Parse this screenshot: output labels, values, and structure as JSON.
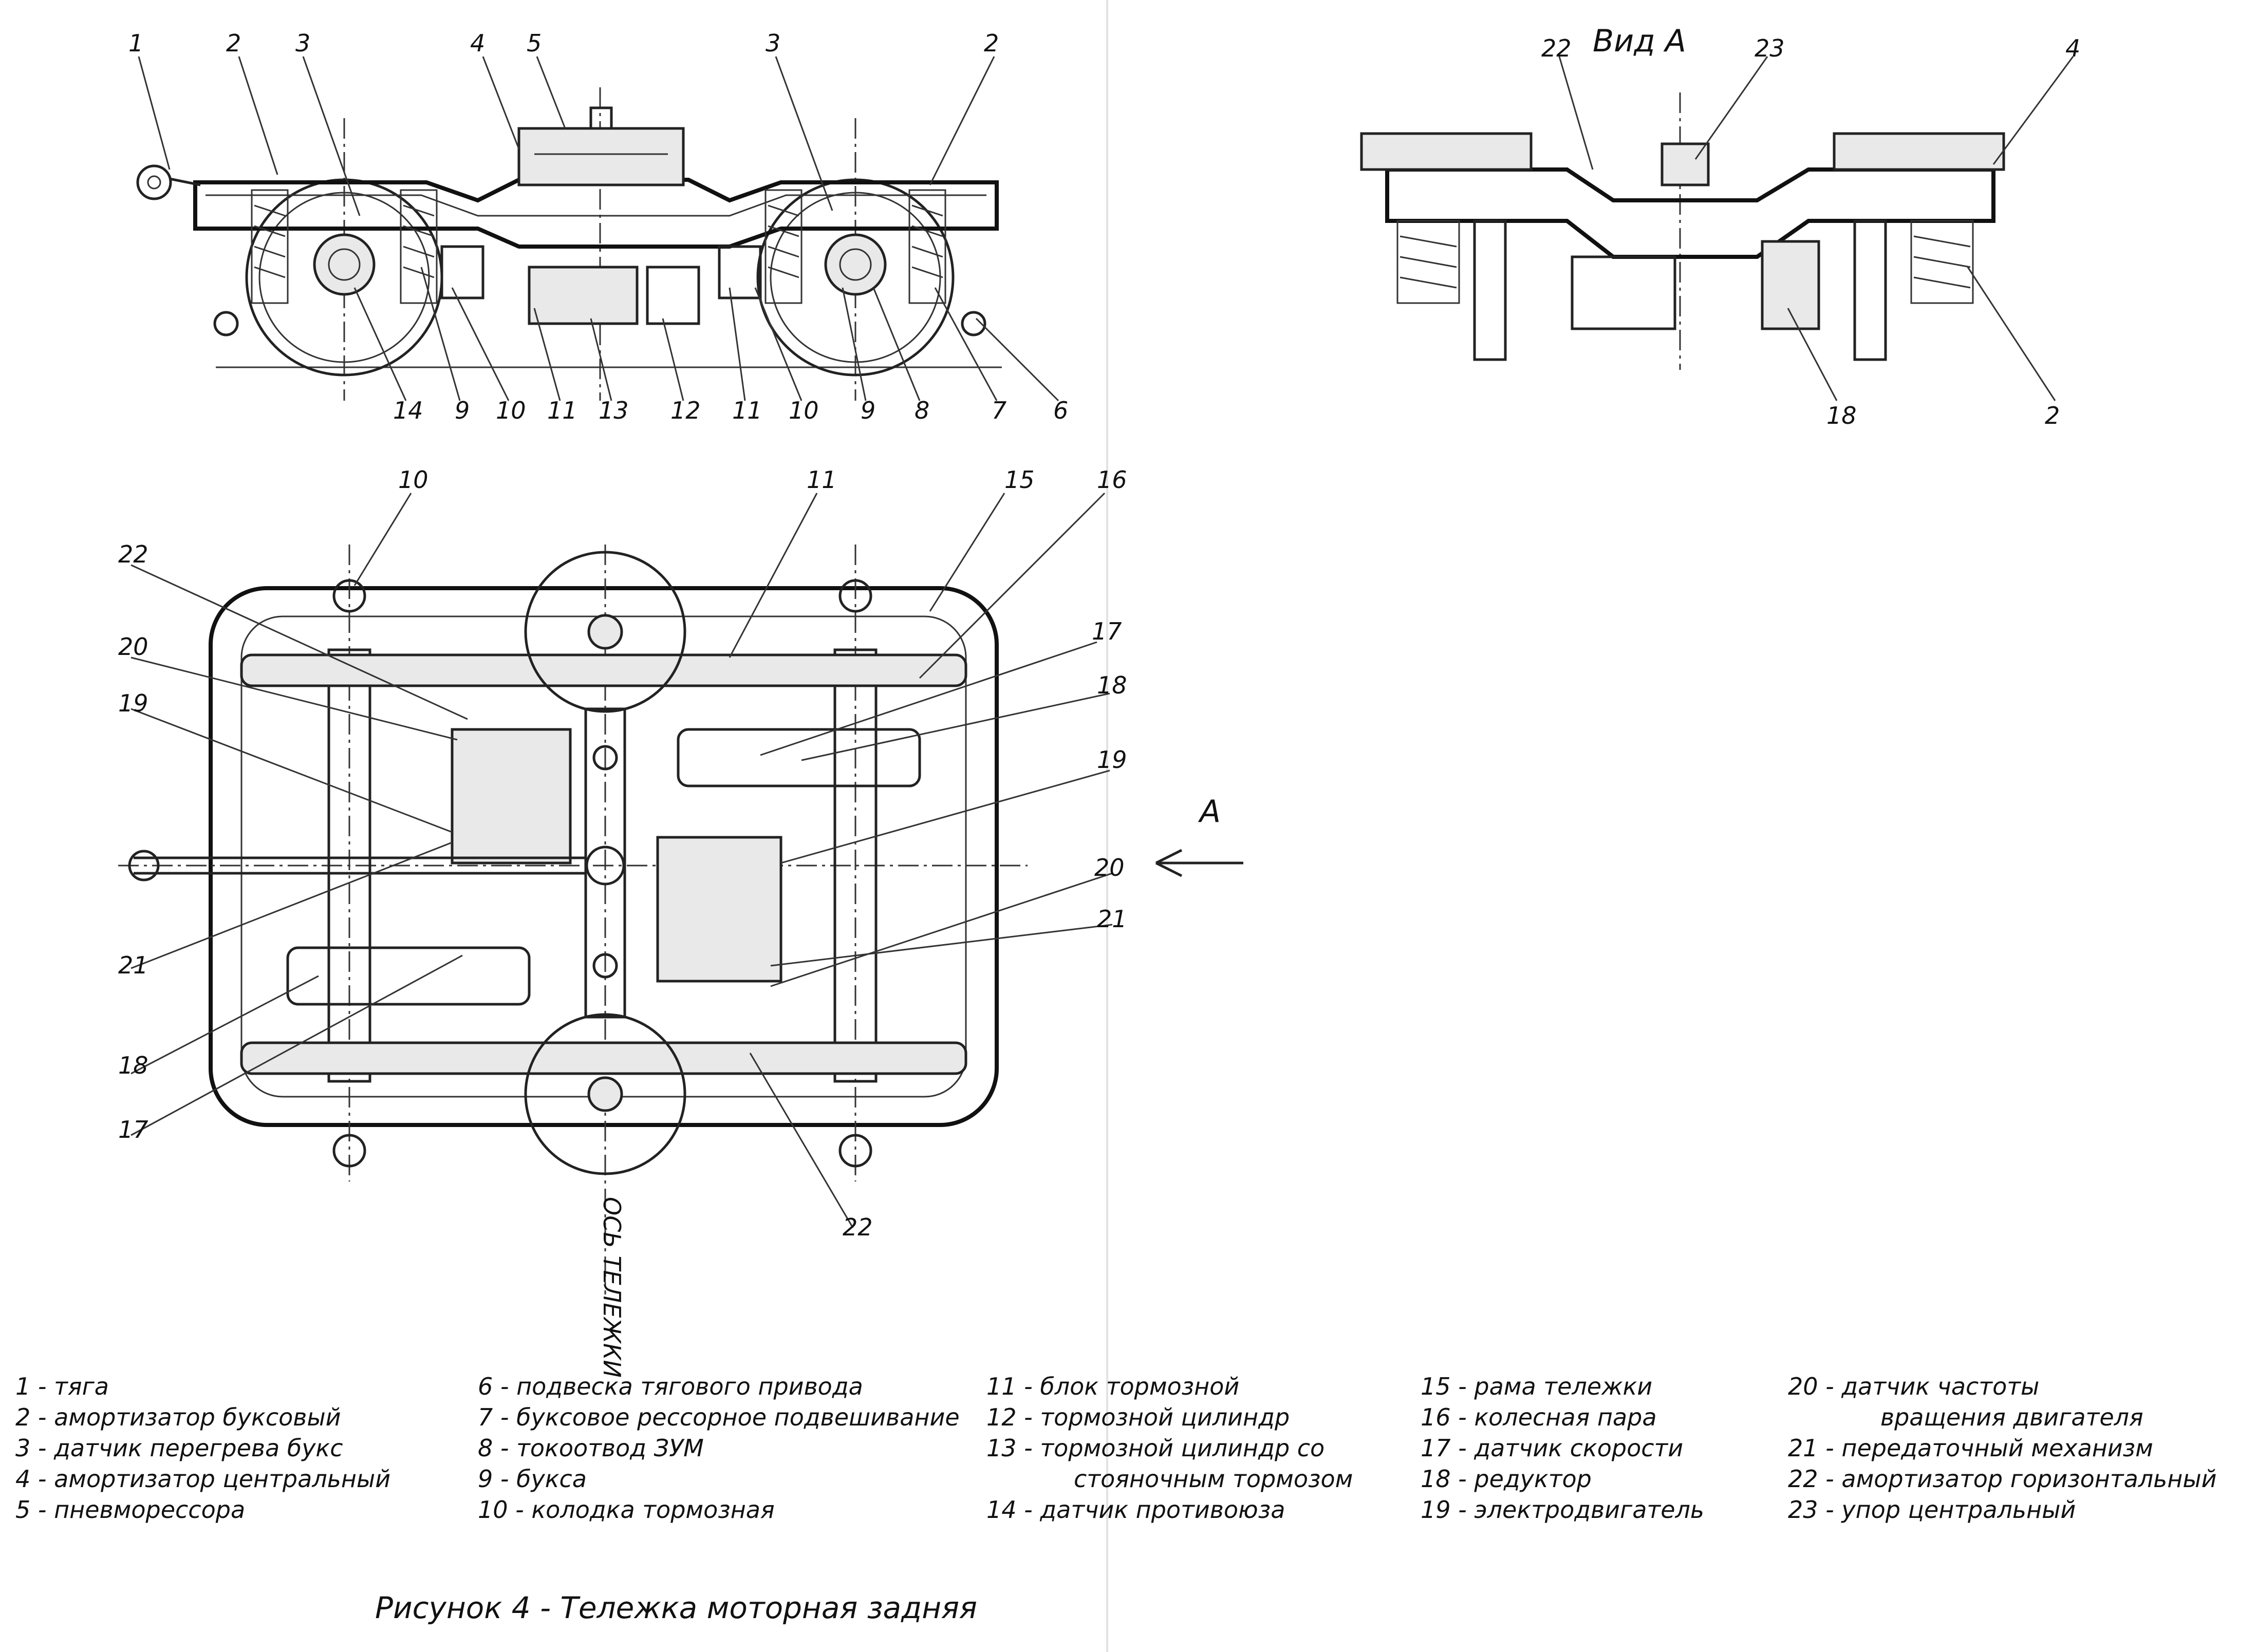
{
  "view_a_title": "Вид А",
  "arrow_label": "А",
  "axis_label": "ОСЬ ТЕЛЕЖКИ",
  "caption": "Рисунок 4 - Тележка моторная задняя",
  "side_view_callouts": [
    "1",
    "2",
    "3",
    "4",
    "5",
    "3",
    "2",
    "14",
    "9",
    "10",
    "11",
    "13",
    "12",
    "11",
    "10",
    "9",
    "8",
    "7",
    "6"
  ],
  "end_view_callouts": [
    "22",
    "23",
    "4",
    "18",
    "2"
  ],
  "plan_view_callouts": [
    "10",
    "11",
    "15",
    "16",
    "22",
    "20",
    "19",
    "21",
    "18",
    "17",
    "17",
    "18",
    "19",
    "20",
    "21",
    "22"
  ],
  "legend": [
    [
      "1 - тяга",
      "2 - амортизатор буксовый",
      "3 - датчик перегрева букс",
      "4 - амортизатор центральный",
      "5 - пневморессора"
    ],
    [
      "6 - подвеска тягового привода",
      "7 - буксовое рессорное подвешивание",
      "8 - токоотвод ЗУМ",
      "9 - букса",
      "10 - колодка тормозная"
    ],
    [
      "11 - блок тормозной",
      "12 - тормозной цилиндр",
      "13 - тормозной цилиндр со",
      "стояночным тормозом",
      "14 - датчик противоюза"
    ],
    [
      "15 - рама тележки",
      "16 - колесная пара",
      "17 - датчик скорости",
      "18 - редуктор",
      "19 - электродвигатель"
    ],
    [
      "20 - датчик частоты",
      "вращения двигателя",
      "21 - передаточный механизм",
      "22 - амортизатор горизонтальный",
      "23 - упор центральный"
    ]
  ]
}
